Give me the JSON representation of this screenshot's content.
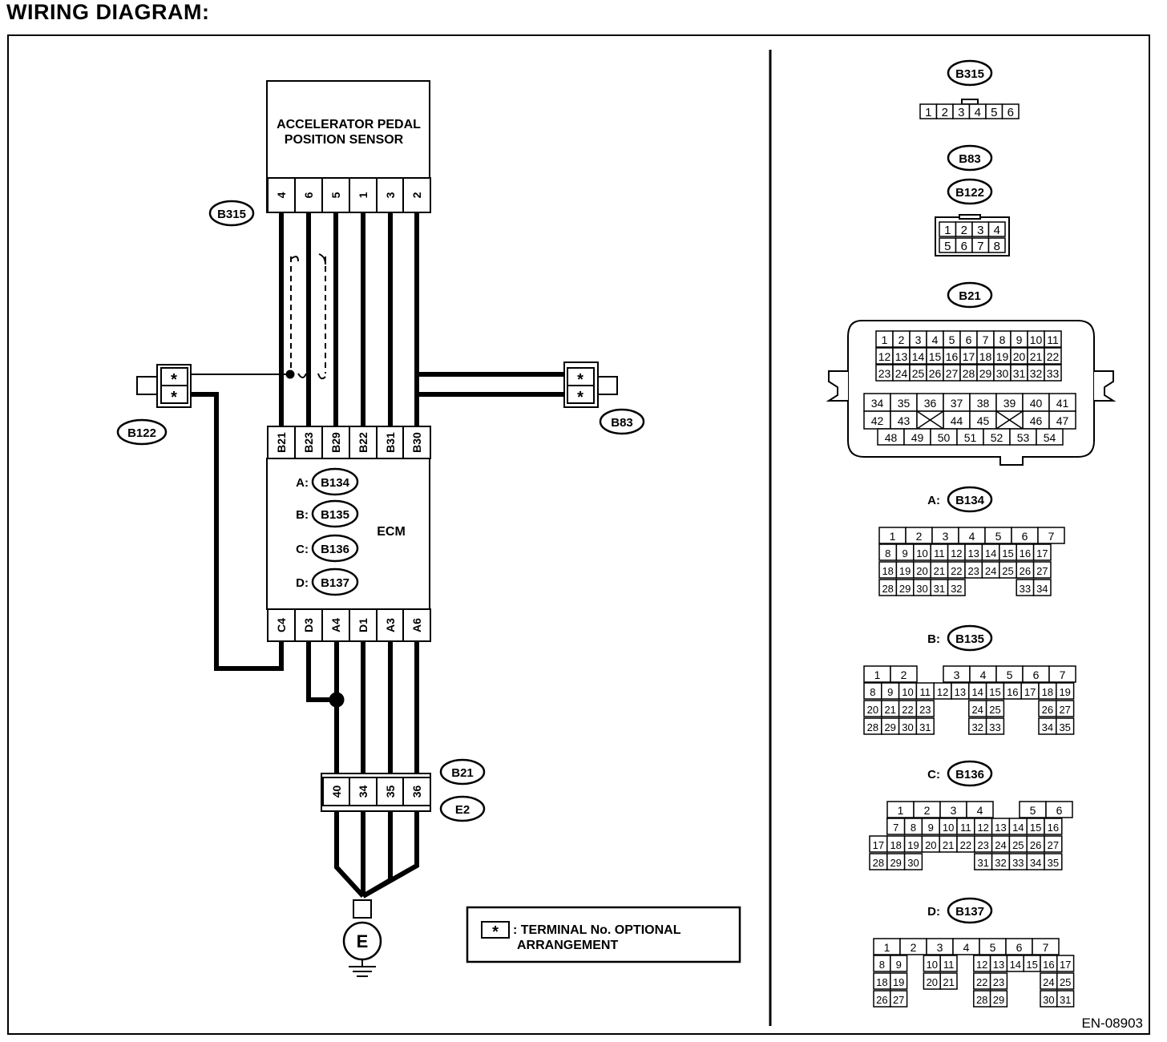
{
  "title": "WIRING DIAGRAM:",
  "sensor": {
    "label_line1": "ACCELERATOR PEDAL",
    "label_line2": "POSITION SENSOR"
  },
  "ecm": {
    "label": "ECM",
    "connector_refs": [
      {
        "prefix": "A:",
        "id": "B134"
      },
      {
        "prefix": "B:",
        "id": "B135"
      },
      {
        "prefix": "C:",
        "id": "B136"
      },
      {
        "prefix": "D:",
        "id": "B137"
      }
    ]
  },
  "sensor_connector": {
    "id": "B315",
    "pins": [
      "4",
      "6",
      "5",
      "1",
      "3",
      "2"
    ]
  },
  "ecm_top_pins": [
    "B21",
    "B23",
    "B29",
    "B22",
    "B31",
    "B30"
  ],
  "ecm_bottom_pins": [
    "C4",
    "D3",
    "A4",
    "D1",
    "A3",
    "A6"
  ],
  "ground_connector": {
    "ids": [
      "B21",
      "E2"
    ],
    "pins": [
      "40",
      "34",
      "35",
      "36"
    ]
  },
  "joint_connectors": [
    {
      "id": "B122",
      "pins": [
        "*",
        "*"
      ]
    },
    {
      "id": "B83",
      "pins": [
        "*",
        "*"
      ]
    }
  ],
  "ground_symbol": "E",
  "legend": {
    "symbol": "*",
    "line1": ": TERMINAL No. OPTIONAL",
    "line2": "ARRANGEMENT"
  },
  "figure_code": "EN-08903",
  "connector_views": {
    "b315": {
      "label": "B315",
      "pins": [
        "1",
        "2",
        "3",
        "4",
        "5",
        "6"
      ]
    },
    "b83_b122": {
      "labels": [
        "B83",
        "B122"
      ],
      "row1": [
        "1",
        "2",
        "3",
        "4"
      ],
      "row2": [
        "5",
        "6",
        "7",
        "8"
      ]
    },
    "b21": {
      "label": "B21",
      "rows": [
        [
          "1",
          "2",
          "3",
          "4",
          "5",
          "6",
          "7",
          "8",
          "9",
          "10",
          "11"
        ],
        [
          "12",
          "13",
          "14",
          "15",
          "16",
          "17",
          "18",
          "19",
          "20",
          "21",
          "22"
        ],
        [
          "23",
          "24",
          "25",
          "26",
          "27",
          "28",
          "29",
          "30",
          "31",
          "32",
          "33"
        ],
        [
          "34",
          "35",
          "36",
          "37",
          "38",
          "39",
          "40",
          "41"
        ],
        [
          "42",
          "43",
          "",
          "44",
          "45",
          "",
          "46",
          "47"
        ],
        [
          "48",
          "49",
          "50",
          "51",
          "52",
          "53",
          "54"
        ]
      ]
    },
    "b134": {
      "prefix": "A:",
      "label": "B134",
      "top": [
        "1",
        "2",
        "3",
        "4",
        "5",
        "6",
        "7"
      ],
      "rows": [
        [
          "8",
          "9",
          "10",
          "11",
          "12",
          "13",
          "14",
          "15",
          "16",
          "17"
        ],
        [
          "18",
          "19",
          "20",
          "21",
          "22",
          "23",
          "24",
          "25",
          "26",
          "27"
        ],
        [
          "28",
          "29",
          "30",
          "31",
          "32",
          "",
          "",
          "",
          "33",
          "34"
        ]
      ]
    },
    "b135": {
      "prefix": "B:",
      "label": "B135",
      "top": [
        "1",
        "2",
        "",
        "3",
        "4",
        "5",
        "6",
        "7"
      ],
      "rows": [
        [
          "8",
          "9",
          "10",
          "11",
          "12",
          "13",
          "14",
          "15",
          "16",
          "17",
          "18",
          "19"
        ],
        [
          "20",
          "21",
          "22",
          "23",
          "",
          "",
          "24",
          "25",
          "",
          "",
          "26",
          "27"
        ],
        [
          "28",
          "29",
          "30",
          "31",
          "",
          "",
          "32",
          "33",
          "",
          "",
          "34",
          "35"
        ]
      ]
    },
    "b136": {
      "prefix": "C:",
      "label": "B136",
      "top": [
        "1",
        "2",
        "3",
        "4",
        "",
        "5",
        "6"
      ],
      "rows": [
        [
          "",
          "7",
          "8",
          "9",
          "10",
          "11",
          "12",
          "13",
          "14",
          "15",
          "16"
        ],
        [
          "17",
          "18",
          "19",
          "20",
          "21",
          "22",
          "23",
          "24",
          "25",
          "26",
          "27"
        ],
        [
          "28",
          "29",
          "30",
          "",
          "",
          "",
          "31",
          "32",
          "33",
          "34",
          "35"
        ]
      ]
    },
    "b137": {
      "prefix": "D:",
      "label": "B137",
      "top": [
        "1",
        "2",
        "3",
        "4",
        "5",
        "6",
        "7"
      ],
      "rows": [
        [
          "8",
          "9",
          "",
          "10",
          "11",
          "",
          "12",
          "13",
          "14",
          "15",
          "16",
          "17"
        ],
        [
          "18",
          "19",
          "",
          "20",
          "21",
          "",
          "22",
          "23",
          "",
          "",
          "24",
          "25"
        ],
        [
          "26",
          "27",
          "",
          "",
          "",
          "",
          "28",
          "29",
          "",
          "",
          "30",
          "31"
        ]
      ]
    }
  }
}
